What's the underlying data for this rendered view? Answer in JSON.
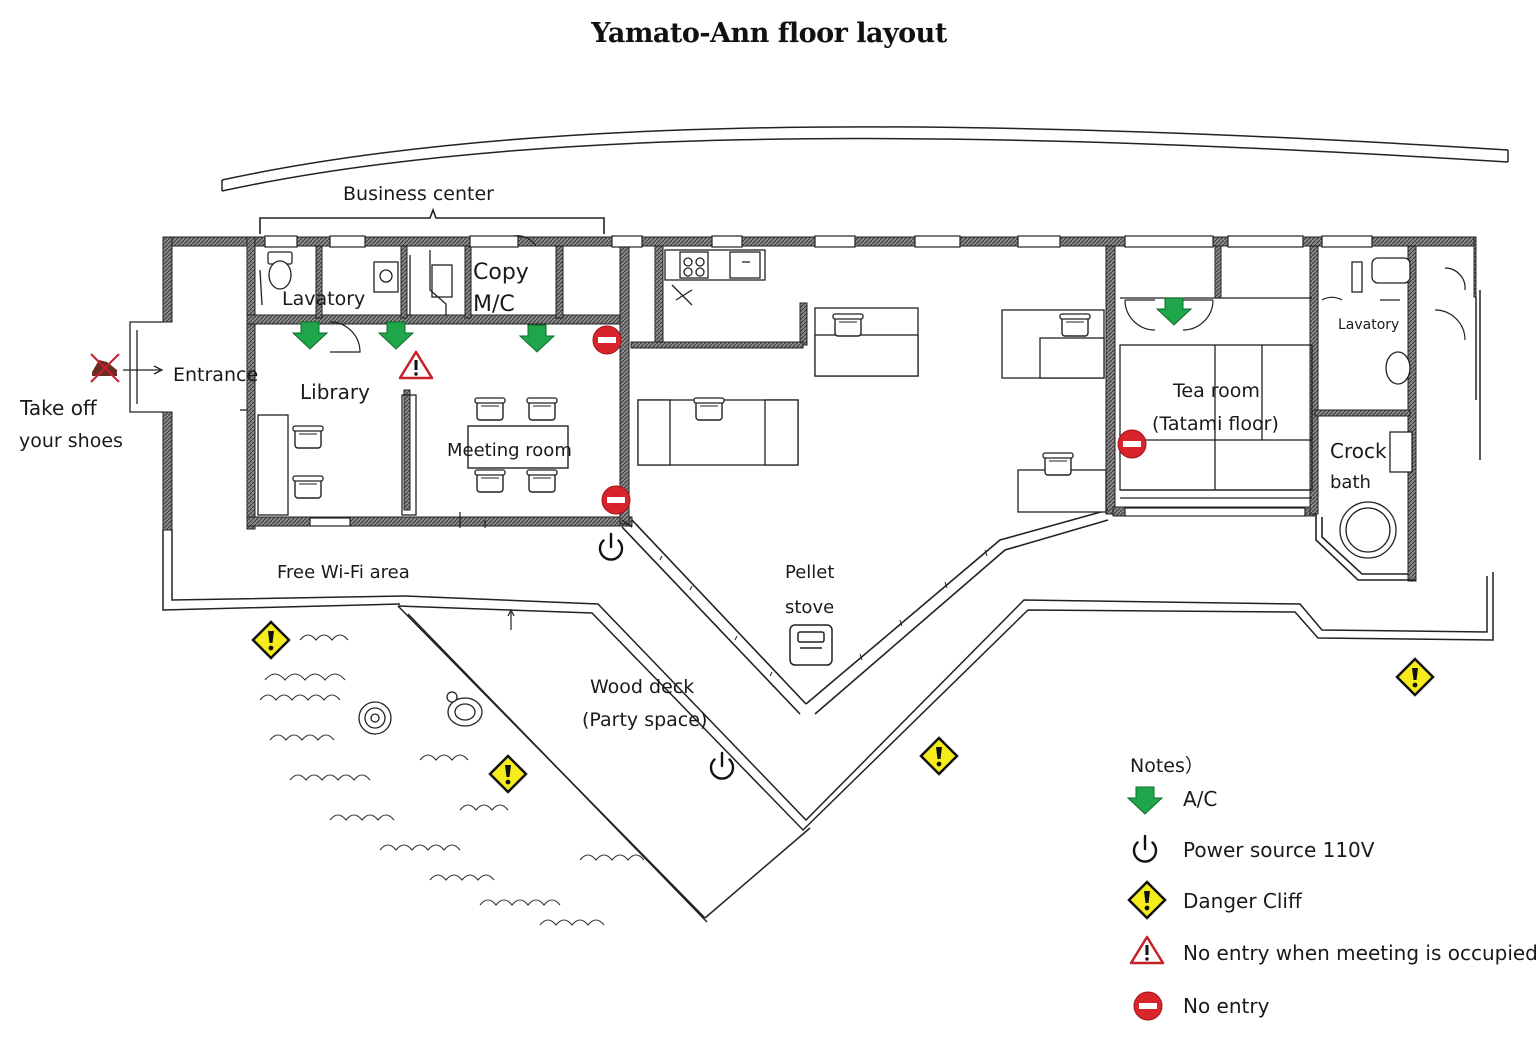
{
  "title": "Yamato-Ann floor layout",
  "rooms": {
    "business_center": "Business center",
    "lavatory_left": "Lavatory",
    "copy_mc_line1": "Copy",
    "copy_mc_line2": "M/C",
    "entrance": "Entrance",
    "library": "Library",
    "meeting_room": "Meeting room",
    "free_wifi": "Free Wi-Fi area",
    "pellet_stove_line1": "Pellet",
    "pellet_stove_line2": "stove",
    "wood_deck_line1": "Wood deck",
    "wood_deck_line2": "(Party space)",
    "tea_room_line1": "Tea room",
    "tea_room_line2": "(Tatami floor)",
    "lavatory_right": "Lavatory",
    "crock_bath_line1": "Crock",
    "crock_bath_line2": "bath"
  },
  "shoes_notice": {
    "line1": "Take off",
    "line2": "your shoes"
  },
  "legend": {
    "heading": "Notes）",
    "items": [
      {
        "icon": "ac-arrow-icon",
        "label": "A/C"
      },
      {
        "icon": "power-icon",
        "label": "Power source 110V"
      },
      {
        "icon": "danger-cliff-icon",
        "label": "Danger Cliff"
      },
      {
        "icon": "warning-triangle-icon",
        "label": "No entry when meeting is occupied"
      },
      {
        "icon": "no-entry-icon",
        "label": "No entry"
      }
    ]
  },
  "colors": {
    "ac_green": "#1fa54a",
    "no_entry_red": "#d7252b",
    "danger_yellow": "#f6ec1c",
    "wall_gray": "#6e6e6e",
    "line": "#222222"
  }
}
